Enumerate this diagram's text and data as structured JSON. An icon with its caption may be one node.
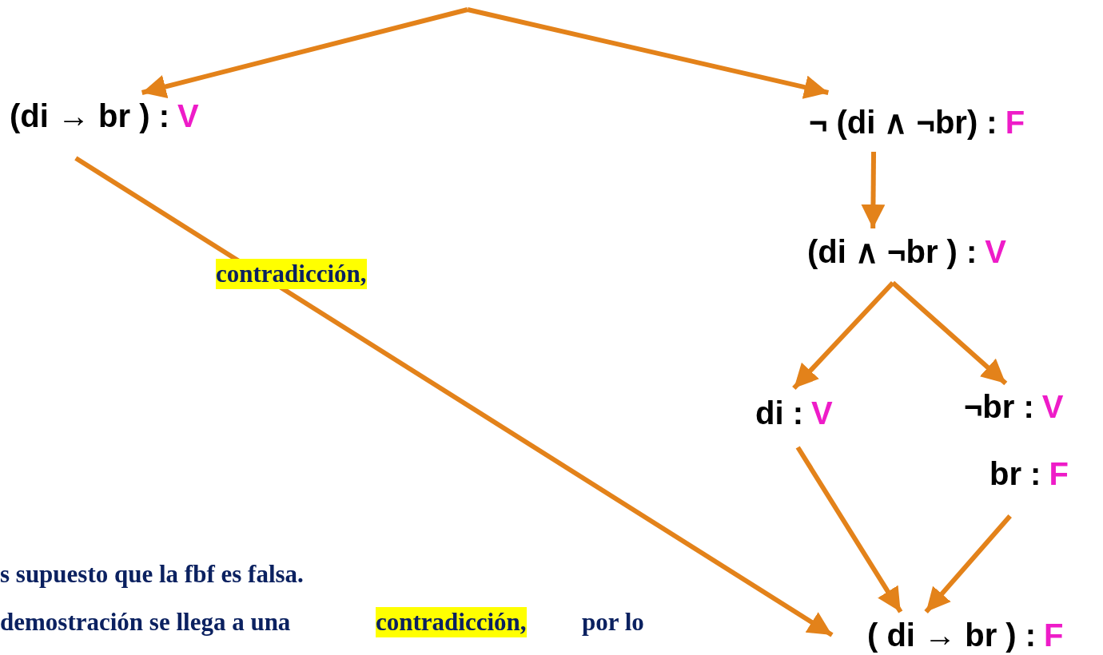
{
  "diagram": {
    "nodes": [
      {
        "text": [
          "(di → br ) :",
          "V"
        ]
      },
      {
        "text": [
          "¬ (di ∧ ¬br) :",
          "F"
        ]
      },
      {
        "text": [
          "(di ∧ ¬br ) :",
          "V"
        ]
      },
      {
        "text": [
          "di :",
          "V"
        ]
      },
      {
        "text": [
          "¬br :",
          "V"
        ]
      },
      {
        "text": [
          "br :",
          "F"
        ]
      },
      {
        "text": [
          "( di → br ) :",
          "F"
        ]
      }
    ],
    "edges": [
      {
        "from": null,
        "to": 0,
        "arrow": "to"
      },
      {
        "from": null,
        "to": 1,
        "arrow": "to"
      },
      {
        "from": 1,
        "to": 2,
        "arrow": "to"
      },
      {
        "from": 2,
        "to": 3,
        "arrow": "to"
      },
      {
        "from": 2,
        "to": 4,
        "arrow": "to"
      },
      {
        "from": 3,
        "to": 6,
        "arrow": "to"
      },
      {
        "from": 5,
        "to": 6,
        "arrow": "to"
      },
      {
        "from": 0,
        "to": 6,
        "arrow": "to",
        "label": "contradicción,"
      }
    ],
    "labels": [
      "s supuesto que la fbf es falsa.",
      "demostración se llega a una",
      "contradicción,",
      "por lo"
    ]
  }
}
